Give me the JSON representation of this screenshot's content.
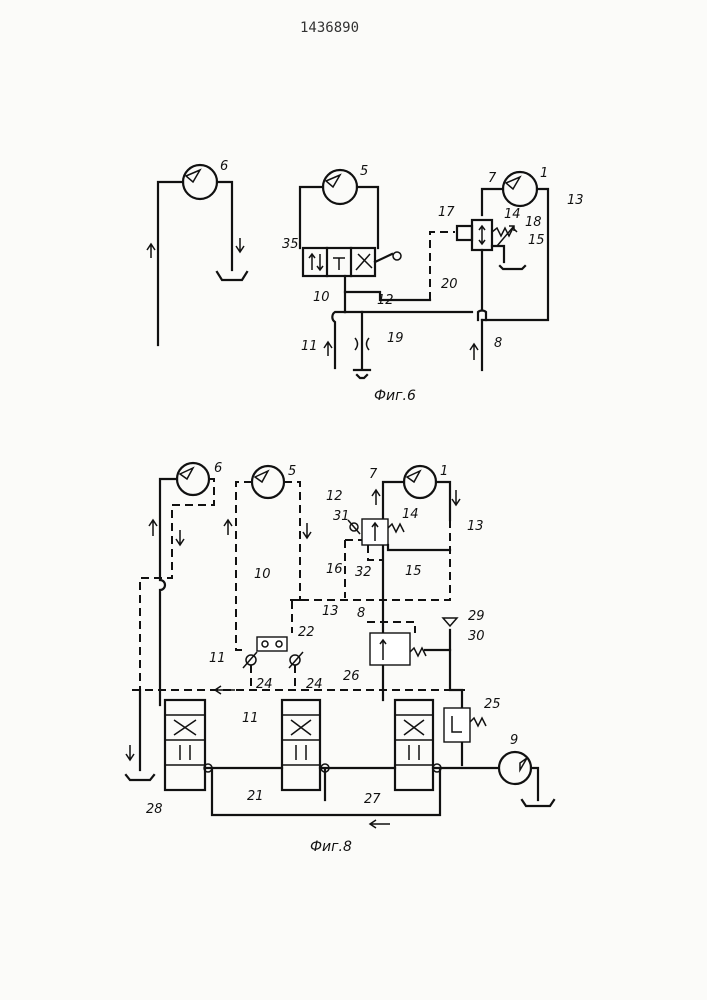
{
  "header": {
    "patent_number": "1436890"
  },
  "figures": [
    {
      "caption": "Фиг.6"
    },
    {
      "caption": "Фиг.8"
    }
  ],
  "labels_fig6": {
    "motor_6": "6",
    "motor_5": "5",
    "motor_1": "1",
    "l7": "7",
    "l13": "13",
    "l17": "17",
    "l14": "14",
    "l18": "18",
    "l15": "15",
    "l35": "35",
    "l20": "20",
    "l10": "10",
    "l12": "12",
    "l11": "11",
    "l19": "19",
    "l8": "8"
  },
  "labels_fig8": {
    "motor_6": "6",
    "motor_5": "5",
    "motor_1": "1",
    "l7": "7",
    "l12": "12",
    "l31": "31",
    "l14": "14",
    "l13a": "13",
    "l10": "10",
    "l16": "16",
    "l32": "32",
    "l15": "15",
    "l13b": "13",
    "l8": "8",
    "l29": "29",
    "l30": "30",
    "l22": "22",
    "l11a": "11",
    "l24a": "24",
    "l24b": "24",
    "l26": "26",
    "l25": "25",
    "l11b": "11",
    "l9": "9",
    "l28": "28",
    "l21": "21",
    "l27": "27"
  }
}
